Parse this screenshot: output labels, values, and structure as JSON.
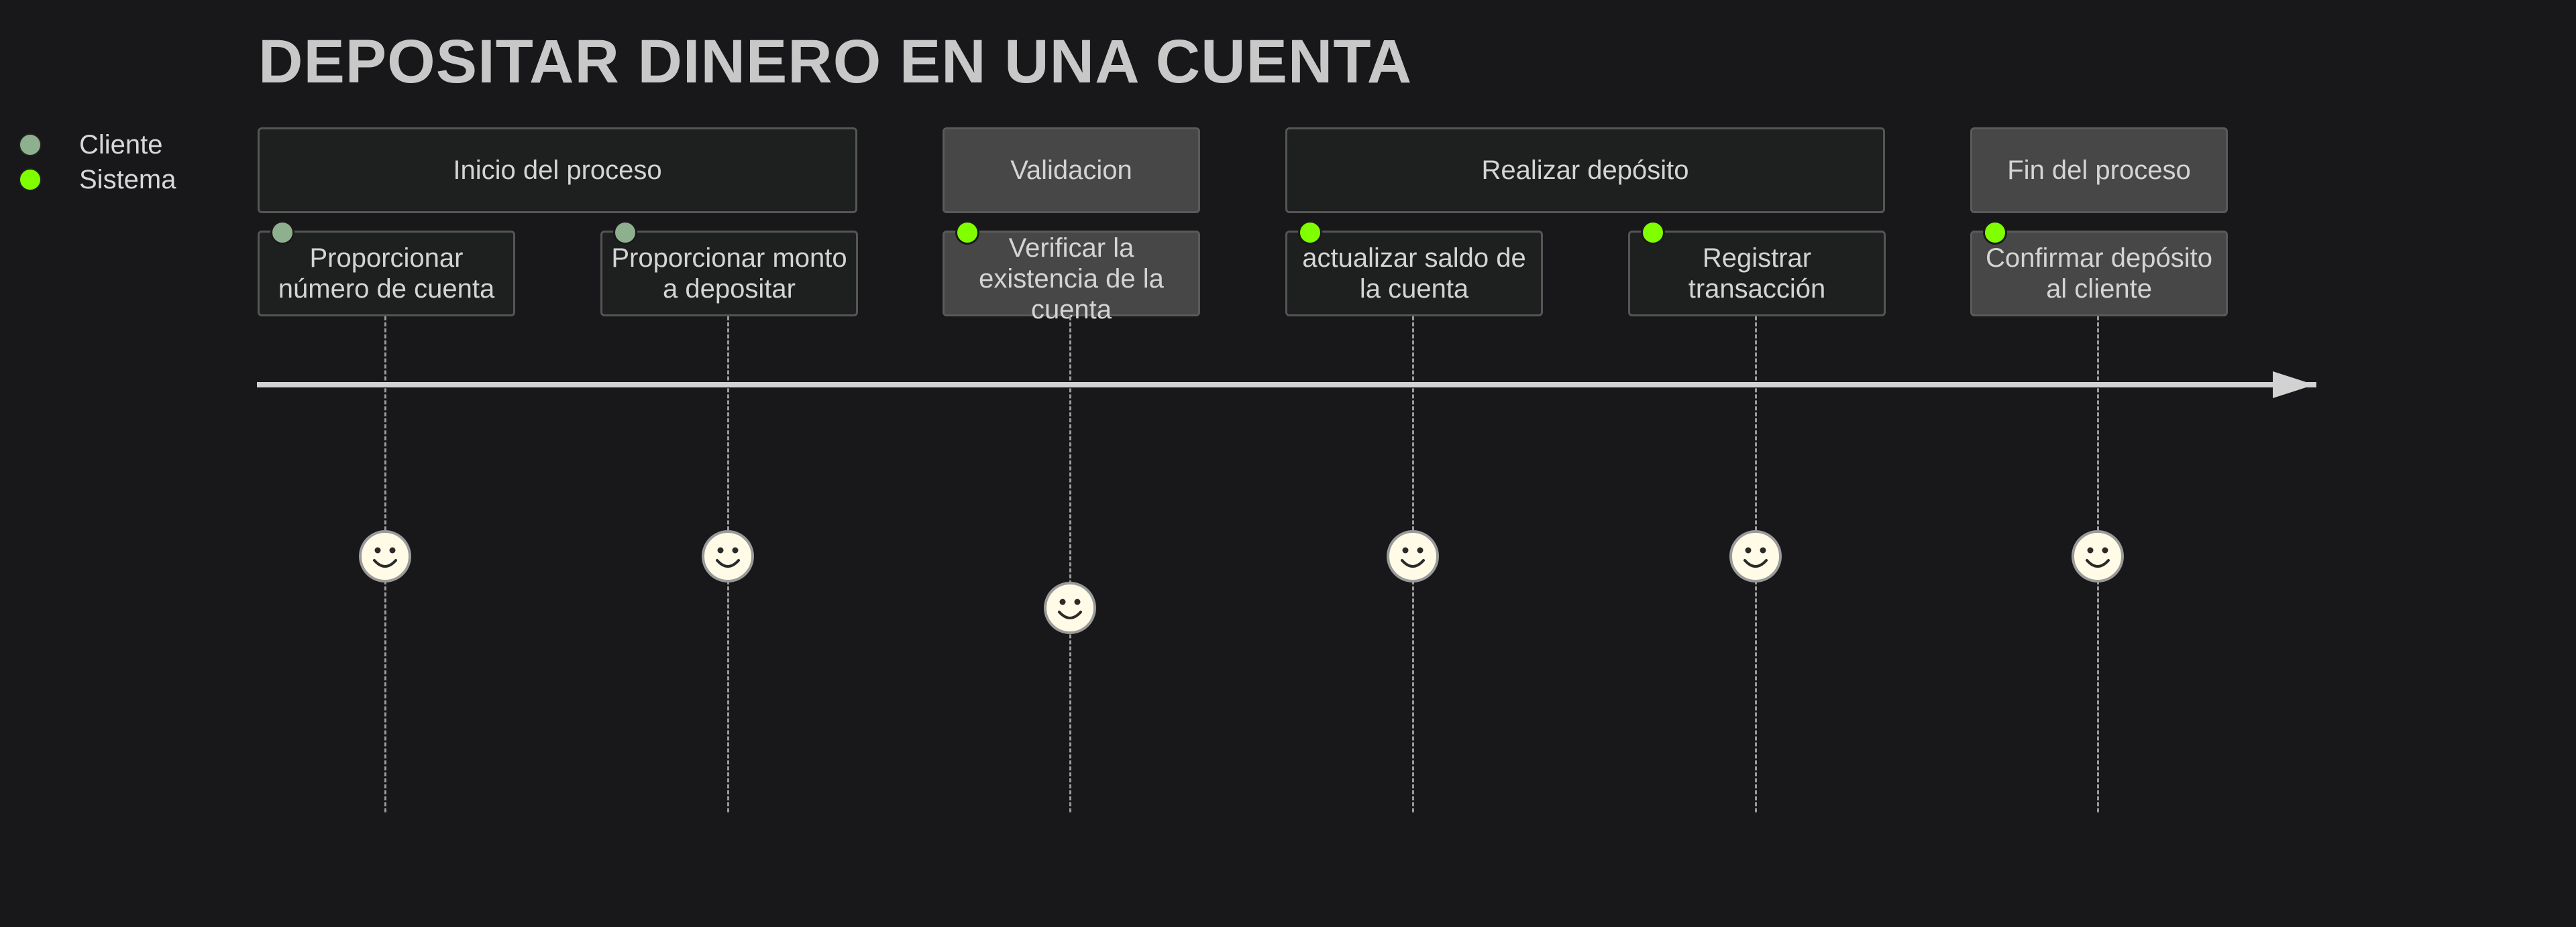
{
  "title": "DEPOSITAR DINERO EN UNA CUENTA",
  "colors": {
    "cliente": "#8fb08f",
    "sistema": "#7fff00",
    "background": "#18181a",
    "face_fill": "#fffbe6"
  },
  "legend": [
    {
      "label": "Cliente",
      "color": "#8fb08f"
    },
    {
      "label": "Sistema",
      "color": "#7fff00"
    }
  ],
  "stages": [
    {
      "label": "Inicio del proceso"
    },
    {
      "label": "Validacion"
    },
    {
      "label": "Realizar depósito"
    },
    {
      "label": "Fin del proceso"
    }
  ],
  "tasks": [
    {
      "label": "Proporcionar número de cuenta",
      "actor": "Cliente",
      "face": "smile-face-icon"
    },
    {
      "label": "Proporcionar monto a depositar",
      "actor": "Cliente",
      "face": "smile-face-icon"
    },
    {
      "label": "Verificar la existencia de la cuenta",
      "actor": "Sistema",
      "face": "smile-face-icon"
    },
    {
      "label": "actualizar saldo de la cuenta",
      "actor": "Sistema",
      "face": "smile-face-icon"
    },
    {
      "label": "Registrar transacción",
      "actor": "Sistema",
      "face": "smile-face-icon"
    },
    {
      "label": "Confirmar depósito al cliente",
      "actor": "Sistema",
      "face": "smile-face-icon"
    }
  ]
}
